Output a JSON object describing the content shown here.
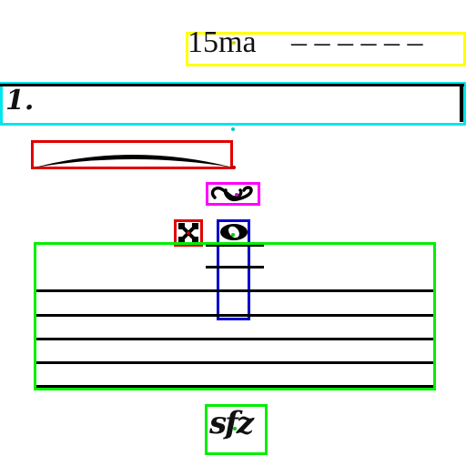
{
  "ottava": {
    "text": "15ma",
    "dashes": "– – – – – –"
  },
  "volta": {
    "text": "1."
  },
  "dynamic": {
    "text": "sfz"
  },
  "colors": {
    "ottava_box": "#ffff00",
    "volta_box": "#00e5ee",
    "slur_box": "#e00000",
    "turn_box": "#ff00ff",
    "accidental_box": "#e00000",
    "note_box": "#0000cc",
    "staff_box": "#00ee00",
    "dynamic_box": "#00ee00",
    "ink": "#000000"
  },
  "icons": [
    "slur-icon",
    "turn-icon",
    "double-sharp-icon",
    "whole-note-icon"
  ]
}
